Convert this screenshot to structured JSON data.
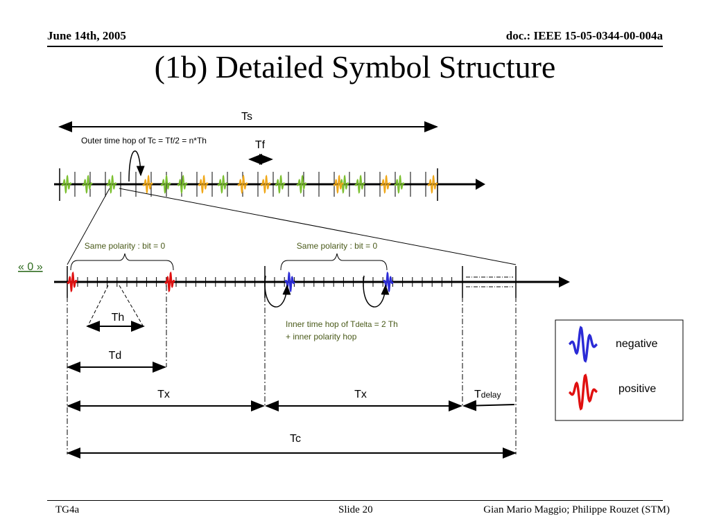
{
  "header": {
    "date": "June 14th, 2005",
    "doc": "doc.: IEEE 15-05-0344-00-004a"
  },
  "title": "(1b)  Detailed Symbol Structure",
  "diagram": {
    "ts_label": "Ts",
    "outer_hop_label": "Outer time hop of Tc = Tf/2 = n*Th",
    "tf_label": "Tf",
    "zero_label": "« 0 »",
    "same_polarity_left": "Same polarity : bit = 0",
    "same_polarity_right": "Same polarity : bit = 0",
    "th_label": "Th",
    "td_label": "Td",
    "inner_hop_line1_prefix": "Inner time hop of T",
    "inner_hop_line1_sub": "delta",
    "inner_hop_line1_suffix": " = 2 Th",
    "inner_hop_line2": "+ inner polarity hop",
    "tx_left": "Tx",
    "tx_right": "Tx",
    "tdelay_main": "T",
    "tdelay_sub": "delay",
    "tc_label": "Tc",
    "legend": {
      "negative_label": "negative",
      "positive_label": "positive",
      "negative_color": "#2b2bd6",
      "positive_color": "#e01010"
    },
    "colors": {
      "green_pulse": "#7cc030",
      "orange_pulse": "#f0a818",
      "annotation_text": "#4a5a1a"
    }
  },
  "footer": {
    "left": "TG4a",
    "center": "Slide 20",
    "right": "Gian Mario Maggio; Philippe Rouzet (STM)"
  }
}
